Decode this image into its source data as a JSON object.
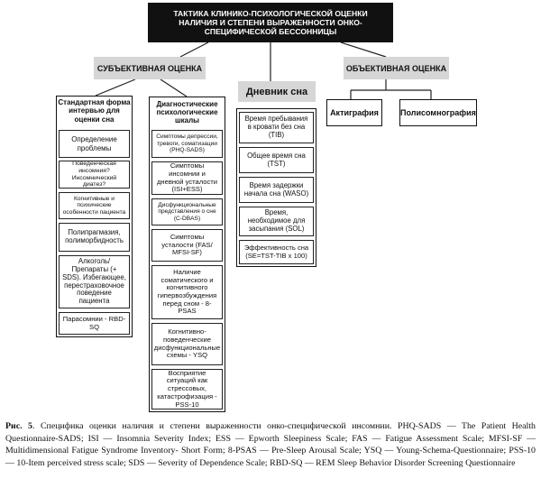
{
  "title": "ТАКТИКА КЛИНИКО-ПСИХОЛОГИЧЕСКОЙ ОЦЕНКИ НАЛИЧИЯ И СТЕПЕНИ ВЫРАЖЕННОСТИ ОНКО-СПЕЦИФИЧЕСКОЙ БЕССОННИЦЫ",
  "subjective": {
    "label": "СУБЪЕКТИВНАЯ ОЦЕНКА",
    "standard_form": {
      "heading": "Стандартная форма интервью для оценки сна",
      "items": [
        "Определение проблемы",
        "Поведенческая инсомния? Инсомнический диатез?",
        "Когнитивные и психические особенности пациента",
        "Полипрагмазия, полиморбидность",
        "Алкоголь/ Препараты (+ SDS). Избегающее, перестраховочное поведение пациента",
        "Парасомнии - RBD-SQ"
      ]
    },
    "diagnostic_scales": {
      "heading": "Диагностические психологические шкалы",
      "items": [
        "Симптомы депрессии, тревоги, соматизации (PHQ-SADS)",
        "Симптомы инсомнии и дневной усталости (ISI+ESS)",
        "Дисфункциональные представления о сне (C-DBAS)",
        "Симптомы усталости (FAS/ MFSI-SF)",
        "Наличие соматического и когнитивного гипервозбуждения перед сном - 8-PSAS",
        "Когнитивно-поведенческие дисфункциональные схемы - YSQ",
        "Восприятие ситуаций как стрессовых, катастрофизация - PSS-10"
      ]
    }
  },
  "sleep_diary": {
    "label": "Дневник сна",
    "items": [
      "Время пребывания в кровати без сна (TIB)",
      "Общее время сна (TST)",
      "Время задержки начала сна (WASO)",
      "Время, необходимое для засыпания (SOL)",
      "Эффективность сна (SE=TST-TIB x 100)"
    ]
  },
  "objective": {
    "label": "ОБЪЕКТИВНАЯ ОЦЕНКА",
    "items": [
      "Актиграфия",
      "Полисомнография"
    ]
  },
  "caption": {
    "label": "Рис. 5",
    "text": ". Специфика оценки наличия и степени выраженности онко-специфической инсомнии. PHQ-SADS — The Patient Health Questionnaire-SADS; ISI — Insomnia Severity Index; ESS — Epworth Sleepiness Scale; FAS — Fatigue Assessment Scale; MFSI-SF — Multidimensional Fatigue Syndrome Inventory- Short Form; 8-PSAS — Pre-Sleep Arousal Scale; YSQ — Young-Schema-Questionnaire; PSS-10 — 10-Item perceived stress scale; SDS — Severity of Dependence Scale; RBD-SQ — REM Sleep Behavior Disorder Screening Questionnaire"
  }
}
